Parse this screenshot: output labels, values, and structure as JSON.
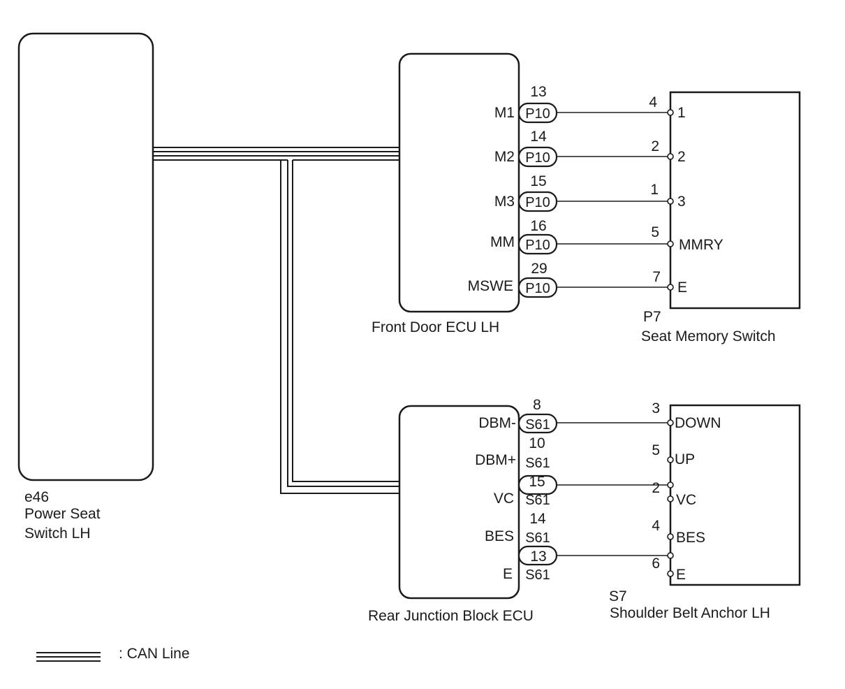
{
  "components": {
    "power_seat_switch": {
      "code": "e46",
      "name_line1": "Power Seat",
      "name_line2": "Switch LH"
    },
    "front_door_ecu": {
      "name": "Front Door ECU LH"
    },
    "seat_memory_switch": {
      "code": "P7",
      "name": "Seat Memory Switch"
    },
    "rear_junction_block": {
      "name": "Rear Junction Block ECU"
    },
    "shoulder_belt_anchor": {
      "code": "S7",
      "name": "Shoulder Belt Anchor LH"
    }
  },
  "front_door_ecu_pins": [
    {
      "label": "M1",
      "num": "13",
      "conn": "P10",
      "far_num": "4",
      "far_label": "1"
    },
    {
      "label": "M2",
      "num": "14",
      "conn": "P10",
      "far_num": "2",
      "far_label": "2"
    },
    {
      "label": "M3",
      "num": "15",
      "conn": "P10",
      "far_num": "1",
      "far_label": "3"
    },
    {
      "label": "MM",
      "num": "16",
      "conn": "P10",
      "far_num": "5",
      "far_label": "MMRY"
    },
    {
      "label": "MSWE",
      "num": "29",
      "conn": "P10",
      "far_num": "7",
      "far_label": "E"
    }
  ],
  "rear_jb_pins": [
    {
      "label": "DBM-",
      "num": "8",
      "conn": "S61"
    },
    {
      "label": "DBM+",
      "num": "10",
      "conn": "S61"
    },
    {
      "label": "VC",
      "num": "15",
      "conn": "S61"
    },
    {
      "label": "BES",
      "num": "14",
      "conn": "S61"
    },
    {
      "label": "E",
      "num": "13",
      "conn": "S61"
    }
  ],
  "shoulder_belt_pins": [
    {
      "num": "3",
      "label": "DOWN"
    },
    {
      "num": "5",
      "label": "UP"
    },
    {
      "num": "2",
      "label": "VC"
    },
    {
      "num": "4",
      "label": "BES"
    },
    {
      "num": "6",
      "label": "E"
    }
  ],
  "legend": {
    "label": ": CAN Line"
  }
}
